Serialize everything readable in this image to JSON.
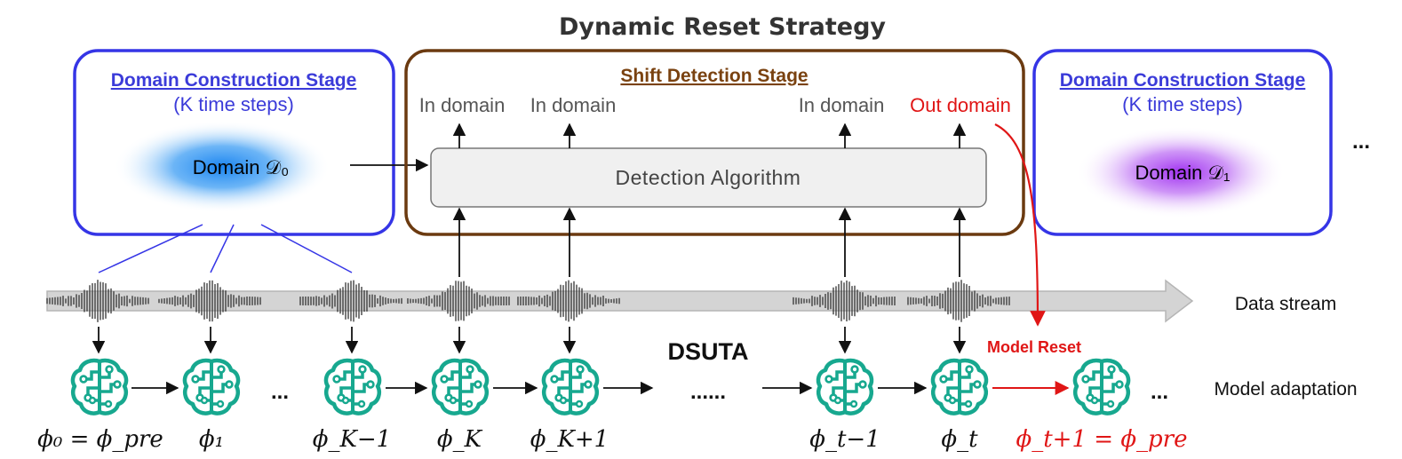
{
  "title": "Dynamic Reset Strategy",
  "left_stage": {
    "heading": "Domain Construction Stage",
    "subtitle": "(K time steps)",
    "domain_label": "Domain 𝒟₀"
  },
  "shift_stage": {
    "heading": "Shift Detection Stage",
    "algorithm": "Detection Algorithm",
    "outputs": [
      "In domain",
      "In domain",
      "In domain",
      "Out domain"
    ]
  },
  "right_stage": {
    "heading": "Domain Construction Stage",
    "subtitle": "(K time steps)",
    "domain_label": "Domain 𝒟₁"
  },
  "row_labels": {
    "data_stream": "Data stream",
    "model_adaptation": "Model adaptation"
  },
  "method_name": "DSUTA",
  "model_reset": "Model Reset",
  "ellipses": {
    "right_top": "...",
    "models_gap": "...",
    "models_middle": "......",
    "models_end": "..."
  },
  "model_labels": [
    "ϕ₀ = ϕ_pre",
    "ϕ₁",
    "ϕ_K−1",
    "ϕ_K",
    "ϕ_K+1",
    "ϕ_t−1",
    "ϕ_t",
    "ϕ_t+1 = ϕ_pre"
  ],
  "colors": {
    "blue_stage": "#3535e6",
    "brown_stage": "#6b3a10",
    "reset_red": "#e01616",
    "model_icon": "#17a88f",
    "stream_bar": "#d4d4d4"
  },
  "icons": {
    "model": "brain-circuit-icon",
    "stream": "audio-waveform-icon"
  }
}
